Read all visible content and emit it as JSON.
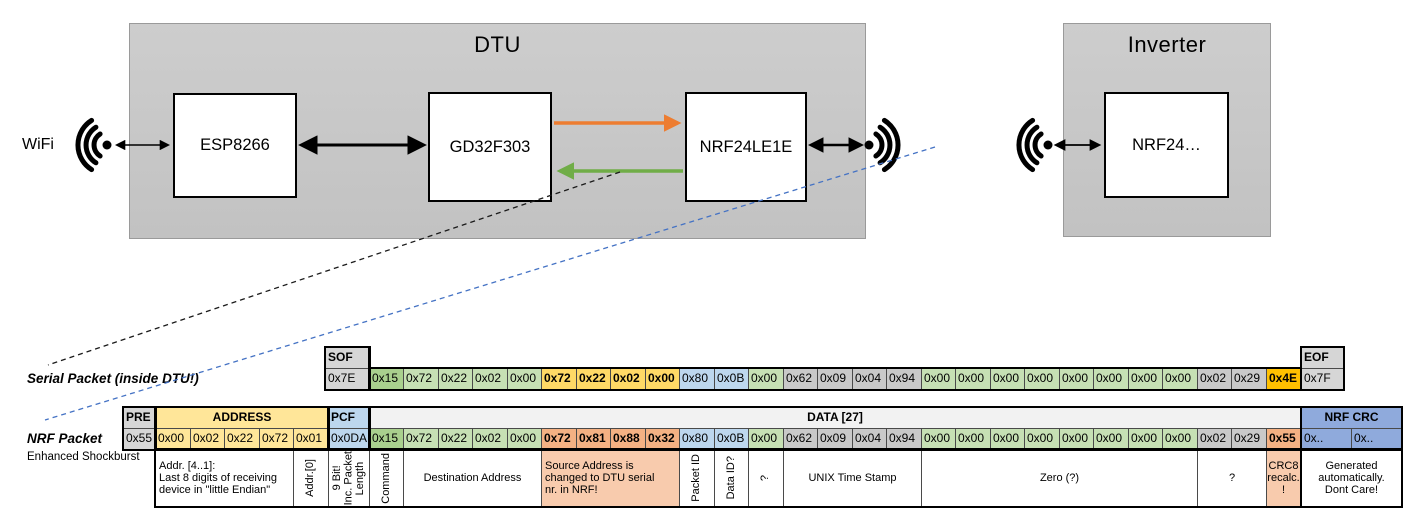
{
  "diagram": {
    "dtu_title": "DTU",
    "inverter_title": "Inverter",
    "wifi_label": "WiFi",
    "chips": {
      "esp": "ESP8266",
      "mcu": "GD32F303",
      "nrf": "NRF24LE1E",
      "inverter_nrf": "NRF24…"
    },
    "colors": {
      "orange_arrow": "#ED7D31",
      "green_arrow": "#70AD47",
      "blue_dashed_line": "#4472C4",
      "black_dashed_line": "#1a1a1a"
    }
  },
  "serial_packet": {
    "label": "Serial Packet (inside DTU!)",
    "sof_header": "SOF",
    "sof_value": "0x7E",
    "eof_header": "EOF",
    "eof_value": "0x7F",
    "bytes": [
      {
        "v": "0x15",
        "s": "cmd"
      },
      {
        "v": "0x72",
        "s": "grn"
      },
      {
        "v": "0x22",
        "s": "grn"
      },
      {
        "v": "0x02",
        "s": "grn"
      },
      {
        "v": "0x00",
        "s": "grn"
      },
      {
        "v": "0x72",
        "s": "srcY"
      },
      {
        "v": "0x22",
        "s": "srcY"
      },
      {
        "v": "0x02",
        "s": "srcY"
      },
      {
        "v": "0x00",
        "s": "srcY"
      },
      {
        "v": "0x80",
        "s": "blu"
      },
      {
        "v": "0x0B",
        "s": "blu"
      },
      {
        "v": "0x00",
        "s": "grn"
      },
      {
        "v": "0x62",
        "s": "gry"
      },
      {
        "v": "0x09",
        "s": "gry"
      },
      {
        "v": "0x04",
        "s": "gry"
      },
      {
        "v": "0x94",
        "s": "gry"
      },
      {
        "v": "0x00",
        "s": "grn"
      },
      {
        "v": "0x00",
        "s": "grn"
      },
      {
        "v": "0x00",
        "s": "grn"
      },
      {
        "v": "0x00",
        "s": "grn"
      },
      {
        "v": "0x00",
        "s": "grn"
      },
      {
        "v": "0x00",
        "s": "grn"
      },
      {
        "v": "0x00",
        "s": "grn"
      },
      {
        "v": "0x00",
        "s": "grn"
      },
      {
        "v": "0x02",
        "s": "gry"
      },
      {
        "v": "0x29",
        "s": "gry"
      },
      {
        "v": "0x4E",
        "s": "gold"
      }
    ]
  },
  "nrf_packet": {
    "label": "NRF Packet",
    "sublabel": "Enhanced Shockburst",
    "pre_header": "PRE",
    "pre_value": "0x55",
    "address_header": "ADDRESS",
    "address_values": [
      "0x00",
      "0x02",
      "0x22",
      "0x72",
      "0x01"
    ],
    "pcf_header": "PCF",
    "pcf_value": "0x0DA",
    "data_header": "DATA [27]",
    "bytes": [
      {
        "v": "0x15",
        "s": "cmd"
      },
      {
        "v": "0x72",
        "s": "grn"
      },
      {
        "v": "0x22",
        "s": "grn"
      },
      {
        "v": "0x02",
        "s": "grn"
      },
      {
        "v": "0x00",
        "s": "grn"
      },
      {
        "v": "0x72",
        "s": "srcO"
      },
      {
        "v": "0x81",
        "s": "srcO"
      },
      {
        "v": "0x88",
        "s": "srcO"
      },
      {
        "v": "0x32",
        "s": "srcO"
      },
      {
        "v": "0x80",
        "s": "blu"
      },
      {
        "v": "0x0B",
        "s": "blu"
      },
      {
        "v": "0x00",
        "s": "grn"
      },
      {
        "v": "0x62",
        "s": "gry"
      },
      {
        "v": "0x09",
        "s": "gry"
      },
      {
        "v": "0x04",
        "s": "gry"
      },
      {
        "v": "0x94",
        "s": "gry"
      },
      {
        "v": "0x00",
        "s": "grn"
      },
      {
        "v": "0x00",
        "s": "grn"
      },
      {
        "v": "0x00",
        "s": "grn"
      },
      {
        "v": "0x00",
        "s": "grn"
      },
      {
        "v": "0x00",
        "s": "grn"
      },
      {
        "v": "0x00",
        "s": "grn"
      },
      {
        "v": "0x00",
        "s": "grn"
      },
      {
        "v": "0x00",
        "s": "grn"
      },
      {
        "v": "0x02",
        "s": "gry"
      },
      {
        "v": "0x29",
        "s": "gry"
      },
      {
        "v": "0x55",
        "s": "srcO"
      }
    ],
    "crc_header": "NRF CRC",
    "crc_values": [
      "0x..",
      "0x.."
    ]
  },
  "annotations": [
    {
      "text": "Addr. [4..1]:\nLast 8 digits of receiving\ndevice in \"little Endian\"",
      "span": 4,
      "align": "left"
    },
    {
      "text": "Addr.[0]",
      "span": 1,
      "rot": true
    },
    {
      "text": "9 Bit!\nInc. Packet\nLength",
      "span": 1,
      "rot": true
    },
    {
      "text": "Command",
      "span": 1,
      "rot": true
    },
    {
      "text": "Destination Address",
      "span": 4
    },
    {
      "text": "Source Address is\nchanged to DTU serial\nnr. in NRF!",
      "span": 4,
      "fill": "orange",
      "align": "left"
    },
    {
      "text": "Packet ID",
      "span": 1,
      "rot": true
    },
    {
      "text": "Data ID?",
      "span": 1,
      "rot": true
    },
    {
      "text": "?",
      "span": 1,
      "rot": true
    },
    {
      "text": "UNIX Time Stamp",
      "span": 4
    },
    {
      "text": "Zero (?)",
      "span": 8
    },
    {
      "text": "?",
      "span": 2
    },
    {
      "text": "CRC8\nrecalc.\n!",
      "span": 1,
      "fill": "orange"
    },
    {
      "text": "Generated\nautomatically.\nDont Care!",
      "span": "crc"
    }
  ]
}
